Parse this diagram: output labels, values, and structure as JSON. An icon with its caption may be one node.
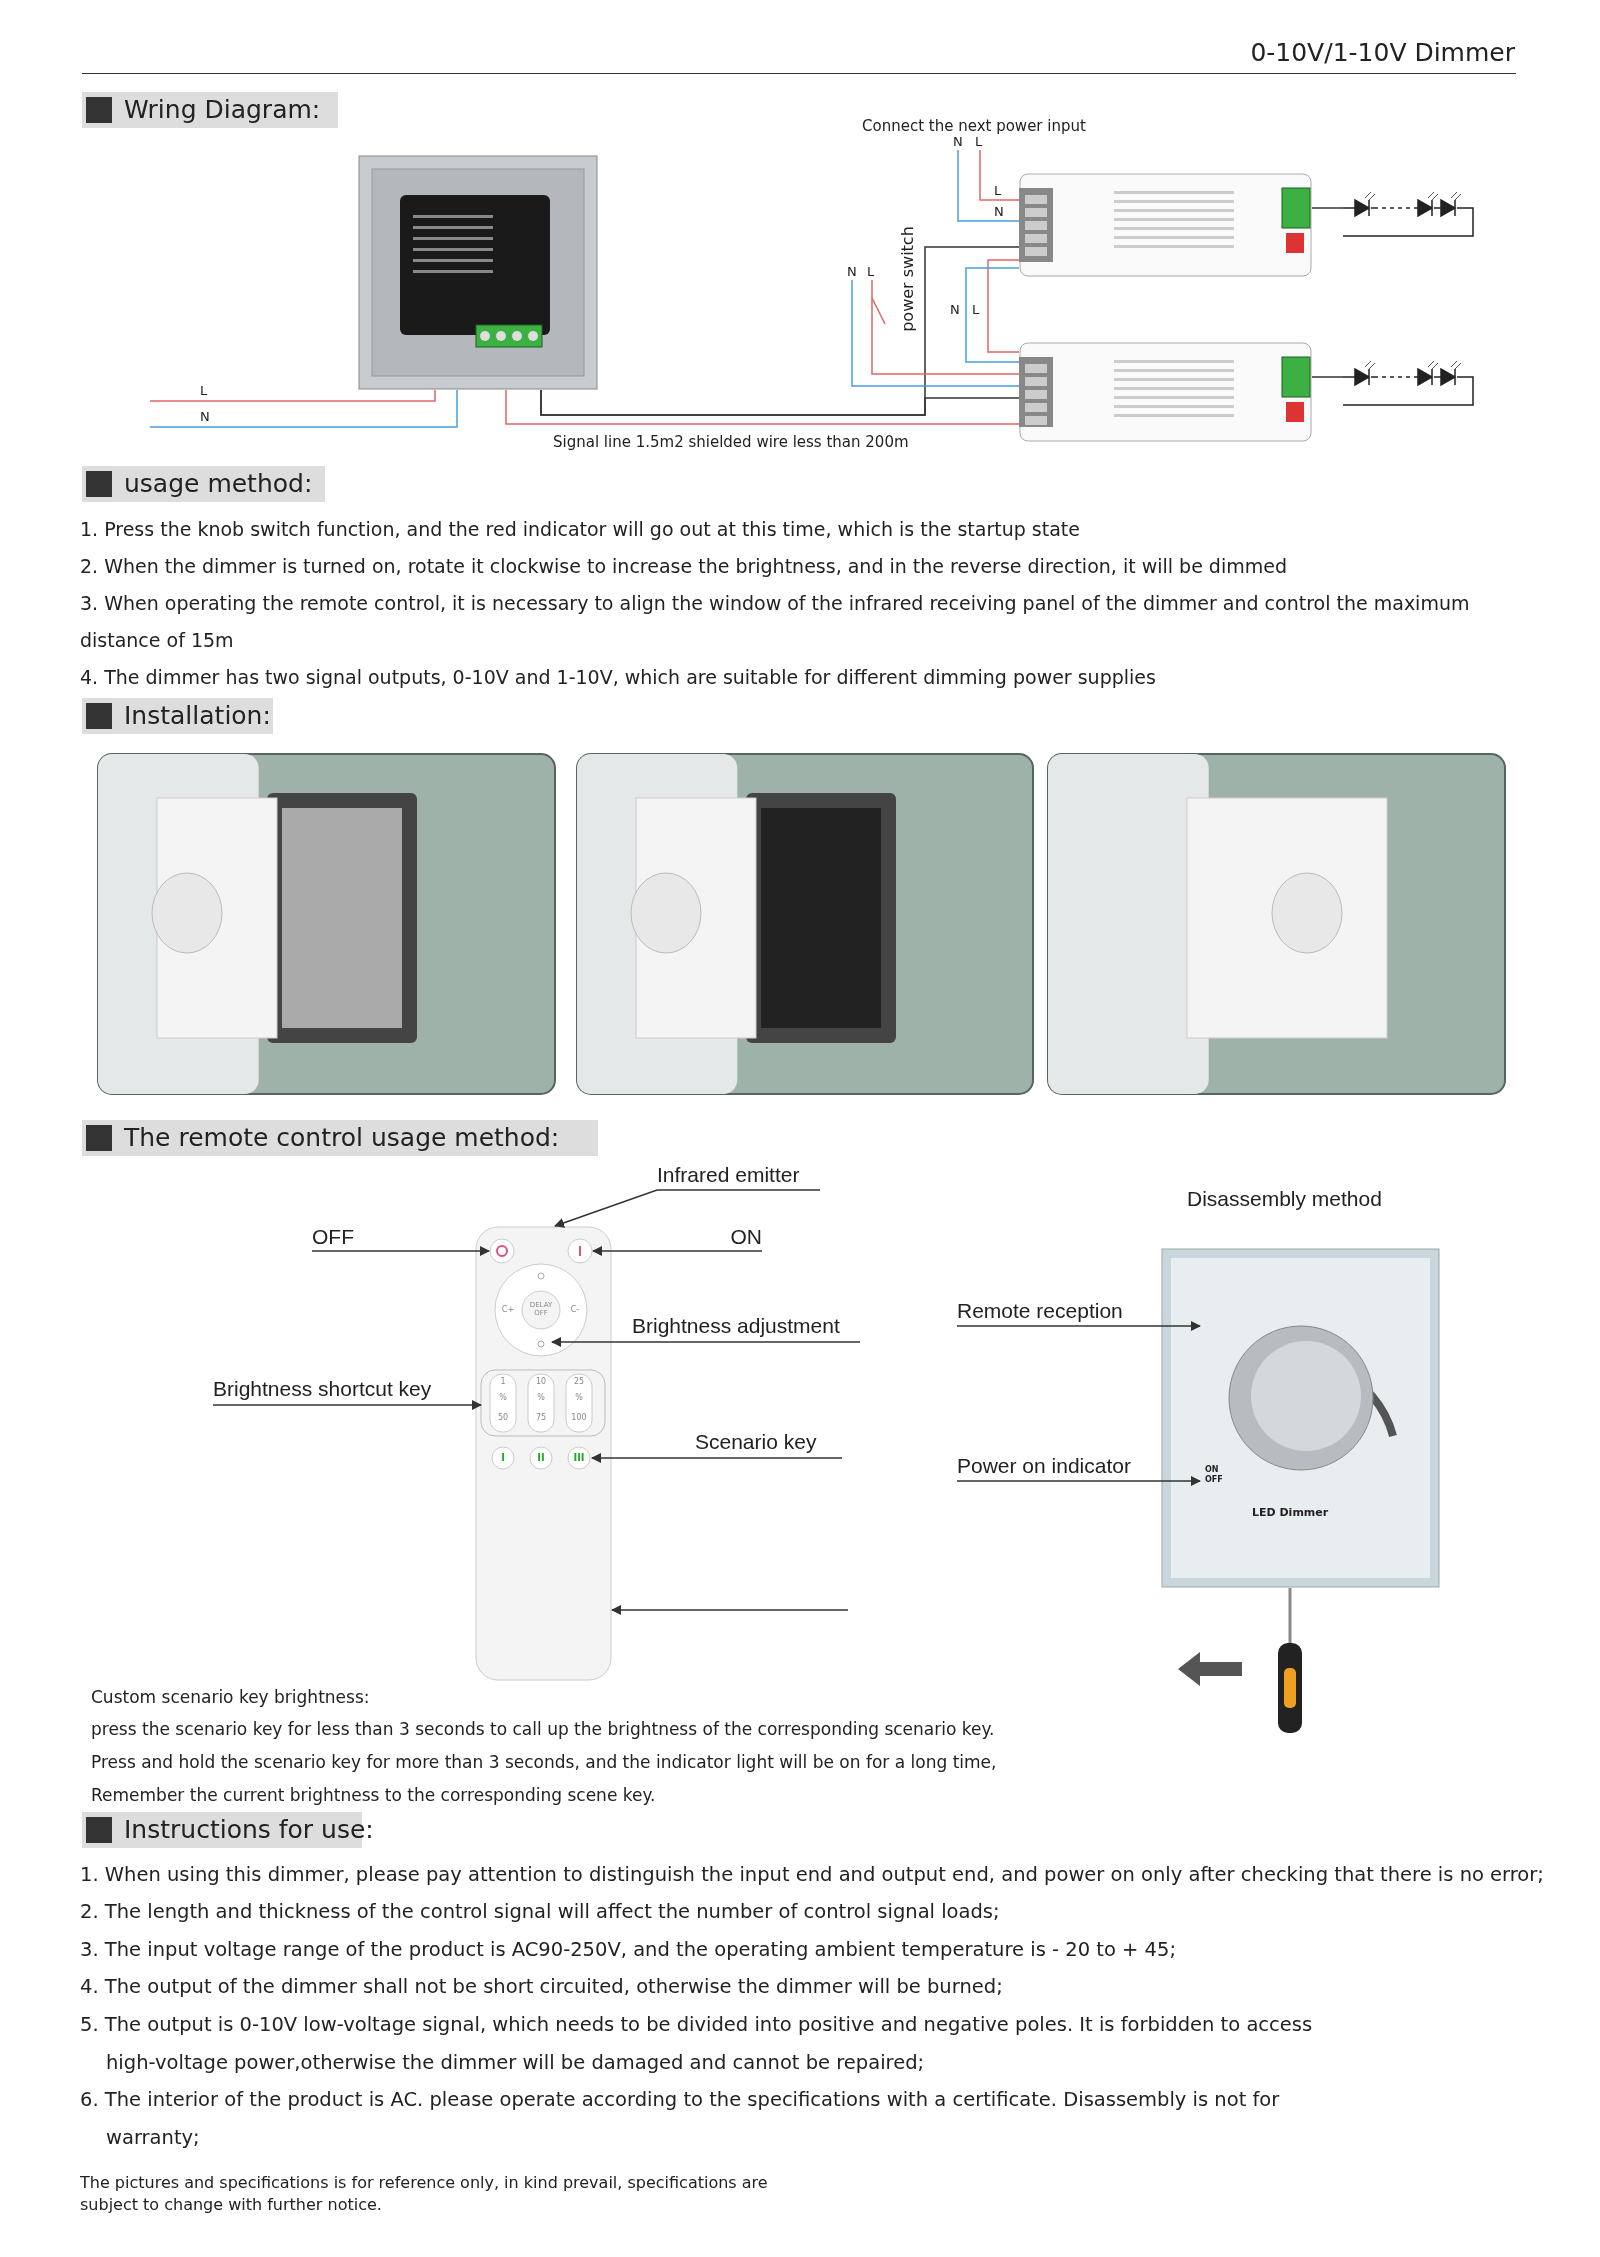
{
  "diagram": {
    "title": "0-10V/1-10V Dimmer",
    "nodes": [
      {
        "text": [],
        "shape": "picture"
      },
      {
        "text": [],
        "shape": "picture"
      },
      {
        "text": [],
        "shape": "picture"
      },
      {
        "text": [],
        "shape": "picture"
      },
      {
        "text": [],
        "shape": "picture"
      },
      {
        "text": [],
        "shape": "picture"
      },
      {
        "text": [
          "Infrared emitter"
        ]
      },
      {
        "text": [
          "OFF"
        ]
      },
      {
        "text": [
          "ON"
        ]
      },
      {
        "text": [
          "Brightness adjustment"
        ]
      },
      {
        "text": [
          "Brightness shortcut key"
        ]
      },
      {
        "text": [
          "Scenario key"
        ]
      },
      {
        "text": [],
        "shape": "picture"
      },
      {
        "text": [
          "Remote reception"
        ]
      },
      {
        "text": [
          "Power on indicator"
        ]
      },
      {
        "text": [
          "N"
        ]
      },
      {
        "text": [
          "L"
        ]
      },
      {
        "text": [
          "N"
        ]
      },
      {
        "text": [
          "L"
        ]
      }
    ],
    "edges": [
      {
        "from": null,
        "to": 0,
        "arrow": "none",
        "color": "#e06666"
      },
      {
        "from": null,
        "to": 0,
        "arrow": "none",
        "color": "#4a9fe0"
      },
      {
        "from": 0,
        "to": 1,
        "arrow": "none"
      },
      {
        "from": 0,
        "to": 2,
        "arrow": "none"
      },
      {
        "from": 0,
        "to": 2,
        "arrow": "none",
        "color": "#e06666"
      },
      {
        "from": 16,
        "to": 1,
        "arrow": "none",
        "color": "#e06666"
      },
      {
        "from": 15,
        "to": 1,
        "arrow": "none",
        "color": "#4a9fe0"
      },
      {
        "from": 1,
        "to": 2,
        "arrow": "none",
        "color": "#e06666"
      },
      {
        "from": 1,
        "to": 2,
        "arrow": "none",
        "color": "#4a9fe0"
      },
      {
        "from": 18,
        "to": 2,
        "arrow": "none",
        "color": "#e06666"
      },
      {
        "from": 17,
        "to": 2,
        "arrow": "none",
        "color": "#4a9fe0"
      },
      {
        "from": 1,
        "to": 3,
        "arrow": "none"
      },
      {
        "from": 2,
        "to": 4,
        "arrow": "none"
      },
      {
        "from": 6,
        "to": 5,
        "arrow": "to"
      },
      {
        "from": 7,
        "to": 5,
        "arrow": "to"
      },
      {
        "from": 8,
        "to": 5,
        "arrow": "to"
      },
      {
        "from": 9,
        "to": 5,
        "arrow": "to"
      },
      {
        "from": 10,
        "to": 5,
        "arrow": "to"
      },
      {
        "from": 11,
        "to": 5,
        "arrow": "to"
      },
      {
        "from": null,
        "to": 5,
        "arrow": "to"
      },
      {
        "from": 13,
        "to": 12,
        "arrow": "to"
      },
      {
        "from": 14,
        "to": 12,
        "arrow": "to"
      }
    ],
    "labels": [
      "Wring Diagram:",
      "Connect the next power input",
      "L",
      "N",
      "power switch",
      "N",
      "L",
      "L",
      "N",
      "Signal line 1.5m2 shielded wire less than 200m",
      "usage method:",
      "1. Press the knob switch function, and the red indicator will go out at this time, which is the startup state",
      "2. When the dimmer is turned on, rotate it clockwise to increase the brightness, and in the reverse direction, it will be dimmed",
      "3. When operating the remote control, it is necessary to align the window of the infrared receiving panel of the dimmer and control the maximum distance of 15m",
      "4. The dimmer has two signal outputs, 0-10V and 1-10V, which are suitable for different dimming power supplies",
      "Installation:",
      "The remote control usage method:",
      "C+",
      "DELAY OFF",
      "C-",
      "1",
      "%",
      "50",
      "10",
      "%",
      "75",
      "25",
      "%",
      "100",
      "I",
      "II",
      "III",
      "Disassembly method",
      "ON",
      "OFF",
      "LED Dimmer",
      "Custom scenario key brightness:",
      "press the scenario key for less than 3 seconds to call up the brightness of the corresponding scenario key.",
      "Press and hold the scenario key for more than 3 seconds, and the indicator light will be on for a long time,",
      "Remember the current brightness to the corresponding scene key.",
      "Instructions for use:",
      "1. When using this dimmer, please pay attention to distinguish the input end and output end, and power on only after checking that there is no error;",
      "2. The length and thickness of the control signal will affect the number of control signal loads;",
      "3. The input voltage range of the product is AC90-250V, and the operating ambient temperature is - 20 to + 45;",
      "4. The output of the dimmer shall not be short circuited, otherwise the dimmer will be burned;",
      "5. The output is 0-10V low-voltage signal, which needs to be divided into positive and negative poles. It is forbidden to access high-voltage power,otherwise the dimmer will be damaged and cannot be repaired;",
      "6. The interior of the product is AC. please operate according to the specifications with a certificate. Disassembly is not for warranty;",
      "The pictures and specifications is for reference only, in kind prevail, specifications are subject to change with further notice."
    ]
  }
}
